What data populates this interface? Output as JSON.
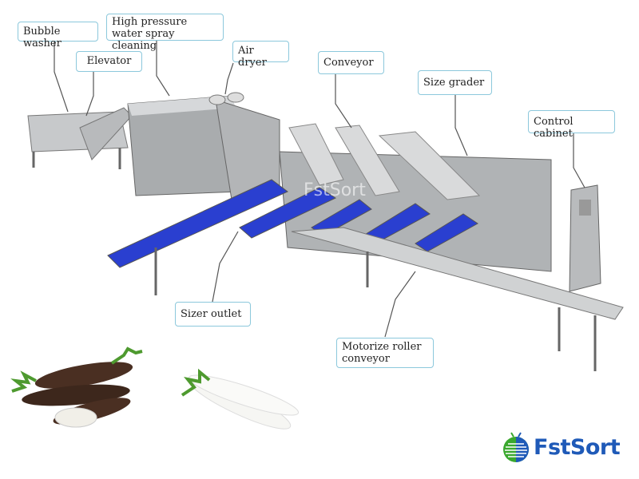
{
  "labels": {
    "bubble_washer": "Bubble washer",
    "high_pressure": "High pressure water spray cleaning",
    "elevator": "Elevator",
    "air_dryer": "Air dryer",
    "conveyor": "Conveyor",
    "size_grader": "Size grader",
    "control_cabinet": "Control cabinet",
    "sizer_outlet": "Sizer outlet",
    "roller_conveyor": "Motorize roller conveyor"
  },
  "brand": {
    "name": "FstSort",
    "watermark": "FstSort"
  },
  "colors": {
    "label_border": "#8cc8dc",
    "conveyor_belt": "#2a3fd0",
    "steel": "#a9acae",
    "brand_blue": "#1f5ab8",
    "brand_green": "#3aa82e"
  }
}
